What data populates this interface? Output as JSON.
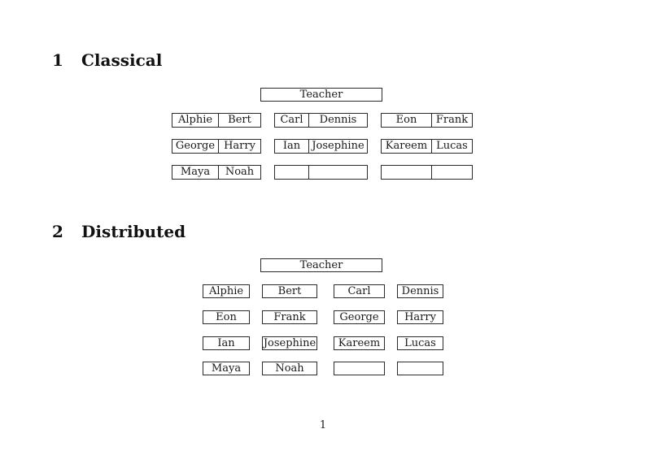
{
  "page": {
    "number": "1",
    "colors": {
      "background": "#ffffff",
      "border": "#2a2a2a",
      "text": "#1a1a1a"
    }
  },
  "sections": {
    "classical": {
      "number": "1",
      "title": "Classical",
      "teacher_label": "Teacher",
      "desk_rows": [
        {
          "desks": [
            {
              "left": "Alphie",
              "right": "Bert"
            },
            {
              "left": "Carl",
              "right": "Dennis"
            },
            {
              "left": "Eon",
              "right": "Frank"
            }
          ]
        },
        {
          "desks": [
            {
              "left": "George",
              "right": "Harry"
            },
            {
              "left": "Ian",
              "right": "Josephine"
            },
            {
              "left": "Kareem",
              "right": "Lucas"
            }
          ]
        },
        {
          "desks": [
            {
              "left": "Maya",
              "right": "Noah"
            },
            {
              "left": "",
              "right": ""
            },
            {
              "left": "",
              "right": ""
            }
          ]
        }
      ]
    },
    "distributed": {
      "number": "2",
      "title": "Distributed",
      "teacher_label": "Teacher",
      "desk_rows": [
        {
          "seats": [
            "Alphie",
            "Bert",
            "Carl",
            "Dennis"
          ]
        },
        {
          "seats": [
            "Eon",
            "Frank",
            "George",
            "Harry"
          ]
        },
        {
          "seats": [
            "Ian",
            "Josephine",
            "Kareem",
            "Lucas"
          ]
        },
        {
          "seats": [
            "Maya",
            "Noah",
            "",
            ""
          ]
        }
      ]
    }
  }
}
